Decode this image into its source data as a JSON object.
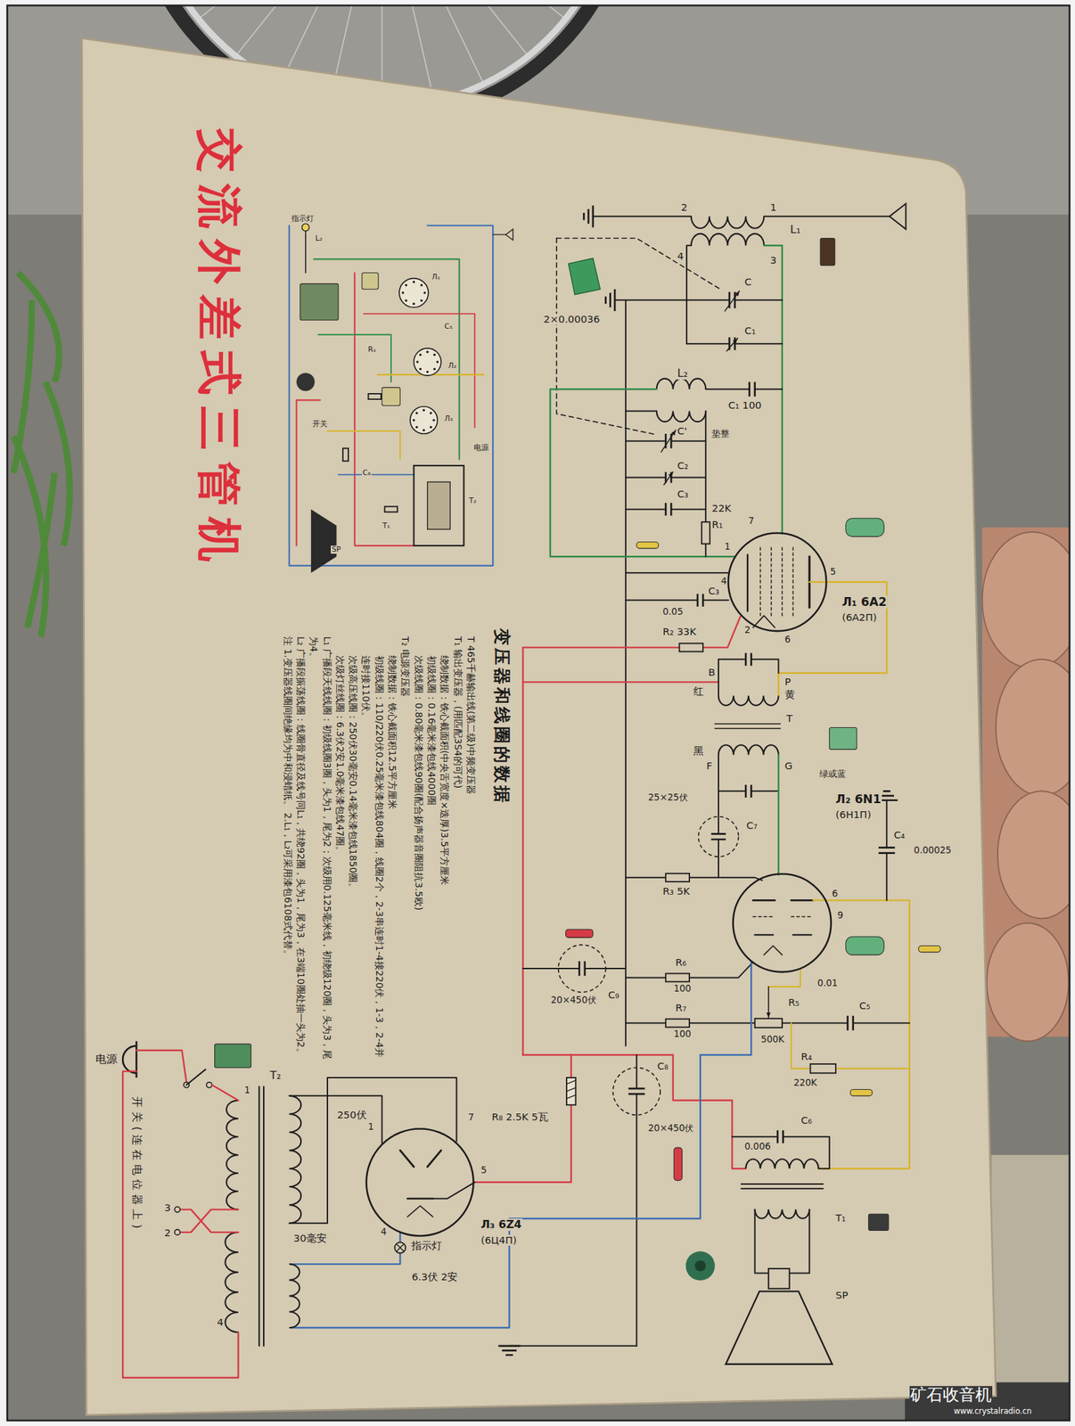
{
  "diagram": {
    "title": "交流外差式三管机",
    "nodes": [
      {
        "text": [
          "Л₁ 6A2",
          "(6A2П)"
        ]
      },
      {
        "text": [
          "Л₂ 6N1",
          "(6Н1П)"
        ]
      },
      {
        "text": [
          "Л₃ 6Z4",
          "(6Ц4П)"
        ]
      }
    ],
    "labels": [
      "2",
      "1",
      "L₁",
      "4",
      "3",
      "C",
      "C₁",
      "2×0.00036",
      "L₂",
      "C₁ 100",
      "垫整",
      "C'",
      "C₂",
      "C₃",
      "22K",
      "R₁",
      "7",
      "1",
      "4",
      "2",
      "6",
      "5",
      "C₃",
      "0.05",
      "R₂ 33K",
      "B",
      "红",
      "P",
      "黄",
      "T",
      "黑",
      "F",
      "G",
      "绿或蓝",
      "25×25伏",
      "C₇",
      "C₄",
      "0.00025",
      "R₃ 5K",
      "6",
      "9",
      "R₆",
      "100",
      "R₇",
      "100",
      "C₉",
      "20×450伏",
      "R₅",
      "500K",
      "0.01",
      "C₅",
      "R₄",
      "220K",
      "C₆",
      "0.006",
      "C₈",
      "20×450伏",
      "R₈ 2.5K 5瓦",
      "T₁",
      "SP",
      "7",
      "1",
      "5",
      "4",
      "指示灯",
      "6.3伏 2安",
      "250伏",
      "30毫安",
      "T₂",
      "1",
      "3",
      "2",
      "4",
      "电源",
      "开关(连在电位器上)",
      "变压器和线圈的数据",
      "T 465千赫输出线(第二级)中频变压器",
      "T₁ 输出变压器，(用匹配3S4的可代)",
      "绕制数据：铁心截面积(中央舌宽度×迭厚)3.5平方厘米",
      "初级线圈：0.16毫米漆包线4000圈",
      "次级线圈：0.80毫米漆包线90圈(配合扬声器音圈阻抗3.5欧)",
      "T₂ 电源变压器",
      "绕制数据：铁心截面积12.5平方厘米",
      "初级线圈：110/220伏0.25毫米漆包线804圈，线圈2个，2-3串连时1-4接220伏，1-3，2-4并连时接110伏。",
      "次级高压线圈：250伏30毫安0.14毫米漆包线1850圈。",
      "次级灯丝线圈：6.3伏2安1.0毫米漆包线47圈。",
      "L₁ 广播段天线线圈：初级线圈3圈，头为1，尾为2；次级用0.125毫米线，初绕级120圈，头为3，尾为4。",
      "L₂ 广播段振荡线圈：线圈骨直径及线号同L₁，共绕92圈，头为1，尾为3，在3端10圈处抽一头为2。",
      "注 1.变压器线圈间绝缘均为中和浸蜡纸。 2.L₁，L₂可采用漆包6108式代替。",
      "指示灯",
      "L₂",
      "Л₁",
      "C₅",
      "R₁",
      "Л₂",
      "Л₃",
      "开关",
      "电源",
      "C₈",
      "T₂",
      "T₁",
      "SP",
      "矿石收音机",
      "www.crystalradio.cn"
    ]
  }
}
